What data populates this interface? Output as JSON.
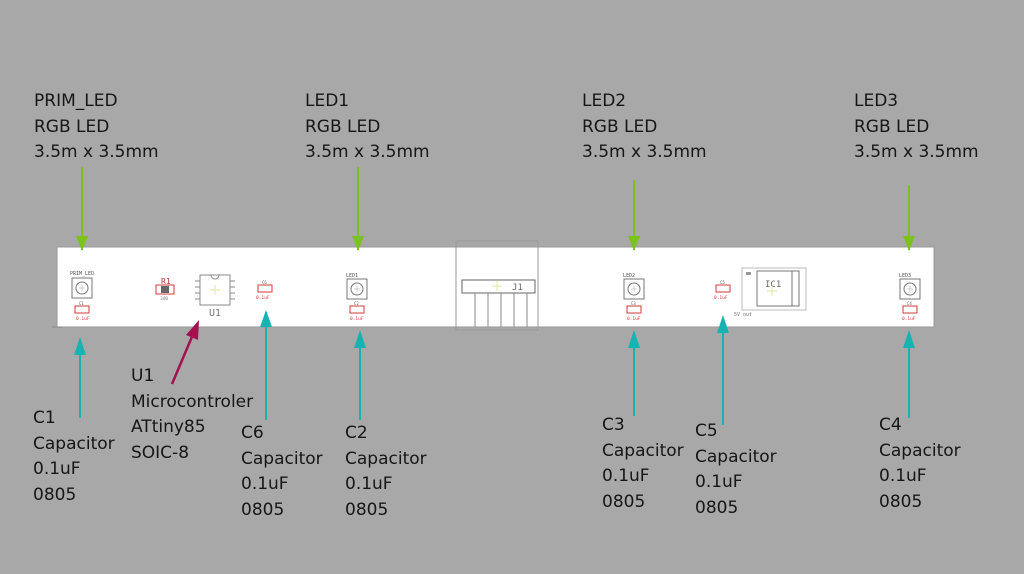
{
  "top_labels": [
    {
      "id": "prim-led",
      "lines": [
        "PRIM_LED",
        "RGB LED",
        "3.5m x 3.5mm"
      ]
    },
    {
      "id": "led1",
      "lines": [
        "LED1",
        "RGB LED",
        "3.5m x 3.5mm"
      ]
    },
    {
      "id": "led2",
      "lines": [
        "LED2",
        "RGB LED",
        "3.5m x 3.5mm"
      ]
    },
    {
      "id": "led3",
      "lines": [
        "LED3",
        "RGB LED",
        "3.5m x 3.5mm"
      ]
    }
  ],
  "bottom_labels": [
    {
      "id": "c1",
      "lines": [
        "C1",
        "Capacitor",
        "0.1uF",
        "0805"
      ]
    },
    {
      "id": "u1",
      "lines": [
        "U1",
        "Microcontroler",
        "ATtiny85",
        "SOIC-8"
      ]
    },
    {
      "id": "c6",
      "lines": [
        "C6",
        "Capacitor",
        "0.1uF",
        "0805"
      ]
    },
    {
      "id": "c2",
      "lines": [
        "C2",
        "Capacitor",
        "0.1uF",
        "0805"
      ]
    },
    {
      "id": "c3",
      "lines": [
        "C3",
        "Capacitor",
        "0.1uF",
        "0805"
      ]
    },
    {
      "id": "c5",
      "lines": [
        "C5",
        "Capacitor",
        "0.1uF",
        "0805"
      ]
    },
    {
      "id": "c4",
      "lines": [
        "C4",
        "Capacitor",
        "0.1uF",
        "0805"
      ]
    }
  ],
  "board_silkscreen": {
    "prim_led": "PRIM_LED",
    "led1": "LED1",
    "led2": "LED2",
    "led3": "LED3",
    "r1": "R1",
    "r1_value": "300",
    "u1": "U1",
    "j1": "J1",
    "ic1": "IC1",
    "cap_value": "0.1uF",
    "cap_name_c1": "C1",
    "cap_name_c2": "C2",
    "cap_name_c3": "C3",
    "cap_name_c4": "C4",
    "cap_name_c5": "C5",
    "cap_name_c6": "C6",
    "five_v_out": "5V out"
  },
  "colors": {
    "background": "#a8a8a8",
    "board": "#ffffff",
    "led_arrow": "#7cc21e",
    "cap_arrow": "#17b3b3",
    "mcu_arrow": "#a3104f",
    "silkscreen_red": "#d23a3a",
    "text": "#161616"
  }
}
